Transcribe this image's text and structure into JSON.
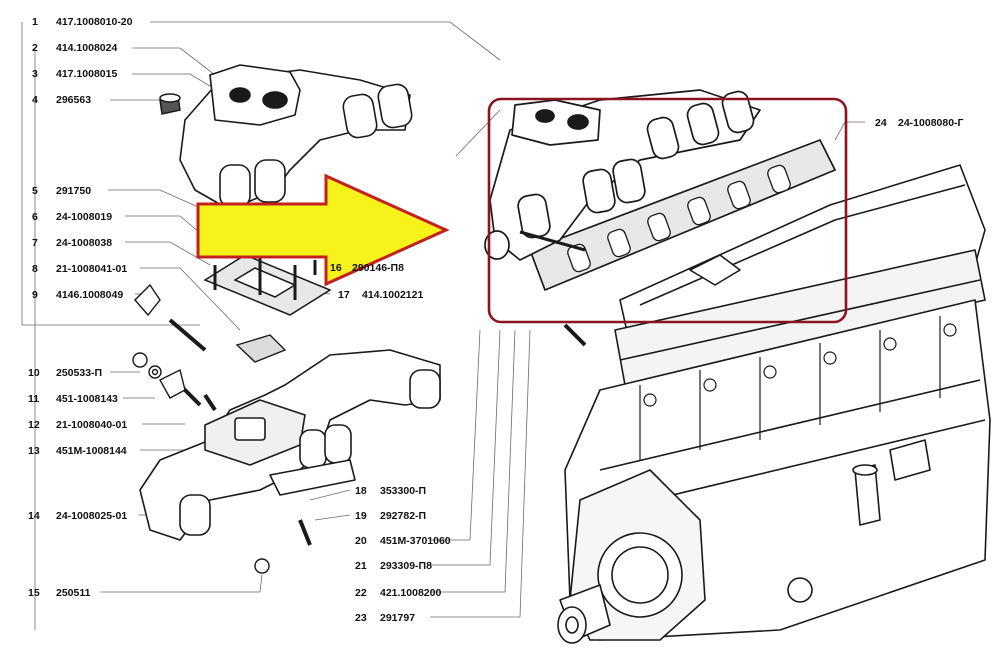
{
  "colors": {
    "arrow_fill": "#f7f21a",
    "arrow_stroke": "#c4201e",
    "highlight_box": "#8c1420",
    "line_art": "#1a1a1a",
    "leader": "#6a6a6a"
  },
  "parts_left": [
    {
      "num": "1",
      "code": "417.1008010-20"
    },
    {
      "num": "2",
      "code": "414.1008024"
    },
    {
      "num": "3",
      "code": "417.1008015"
    },
    {
      "num": "4",
      "code": "296563"
    },
    {
      "num": "5",
      "code": "291750"
    },
    {
      "num": "6",
      "code": "24-1008019"
    },
    {
      "num": "7",
      "code": "24-1008038"
    },
    {
      "num": "8",
      "code": "21-1008041-01"
    },
    {
      "num": "9",
      "code": "4146.1008049"
    },
    {
      "num": "10",
      "code": "250533-П"
    },
    {
      "num": "11",
      "code": "451-1008143"
    },
    {
      "num": "12",
      "code": "21-1008040-01"
    },
    {
      "num": "13",
      "code": "451М-1008144"
    },
    {
      "num": "14",
      "code": "24-1008025-01"
    },
    {
      "num": "15",
      "code": "250511"
    }
  ],
  "parts_middle": [
    {
      "num": "16",
      "code": "290146-П8"
    },
    {
      "num": "17",
      "code": "414.1002121"
    },
    {
      "num": "18",
      "code": "353300-П"
    },
    {
      "num": "19",
      "code": "292782-П"
    },
    {
      "num": "20",
      "code": "451М-3701060"
    },
    {
      "num": "21",
      "code": "293309-П8"
    },
    {
      "num": "22",
      "code": "421.1008200"
    },
    {
      "num": "23",
      "code": "291797"
    }
  ],
  "parts_right": [
    {
      "num": "24",
      "code": "24-1008080-Г"
    }
  ]
}
